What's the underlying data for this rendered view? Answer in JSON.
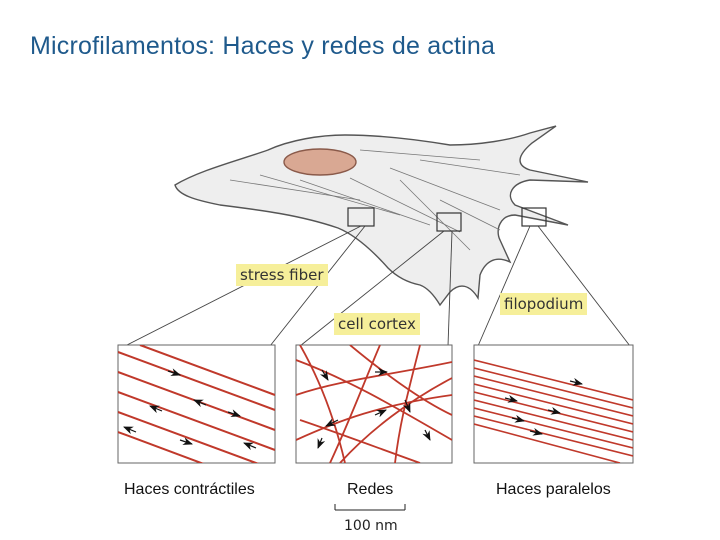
{
  "title": "Microfilamentos: Haces y redes de actina",
  "labels": {
    "stress_fiber": "stress fiber",
    "cell_cortex": "cell cortex",
    "filopodium": "filopodium"
  },
  "captions": {
    "contractile": "Haces contráctiles",
    "network": "Redes",
    "parallel": "Haces paralelos"
  },
  "scale_bar": "100 nm",
  "colors": {
    "title": "#1f5a8c",
    "label_highlight": "#f6ef9a",
    "actin": "#c0392b",
    "nucleus": "#d9a893",
    "cell": "#eeeeee"
  },
  "icons": [
    "arrowhead-icon"
  ]
}
